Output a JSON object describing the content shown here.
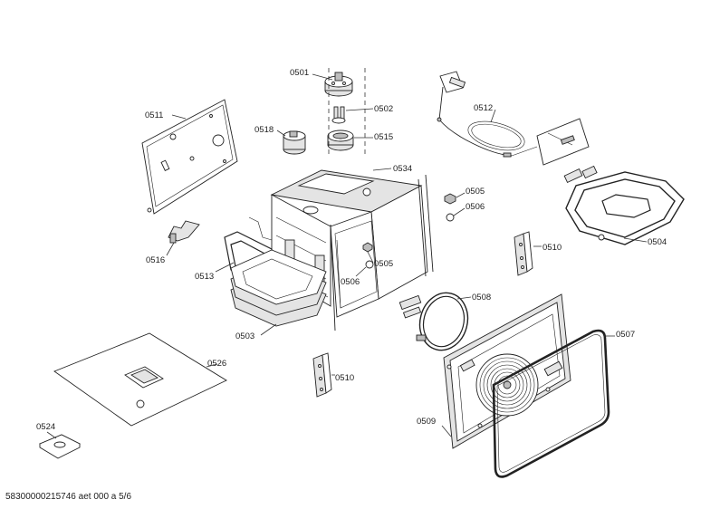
{
  "footer_text": "58300000215746 aet 000 a 5/6",
  "labels": {
    "l0501": "0501",
    "l0502": "0502",
    "l0515": "0515",
    "l0511": "0511",
    "l0518": "0518",
    "l0534": "0534",
    "l0512": "0512",
    "l0505a": "0505",
    "l0506a": "0506",
    "l0504": "0504",
    "l0516": "0516",
    "l0513": "0513",
    "l0505b": "0505",
    "l0506b": "0506",
    "l0510a": "0510",
    "l0508": "0508",
    "l0507": "0507",
    "l0503": "0503",
    "l0526": "0526",
    "l0510b": "0510",
    "l0509": "0509",
    "l0524": "0524"
  }
}
